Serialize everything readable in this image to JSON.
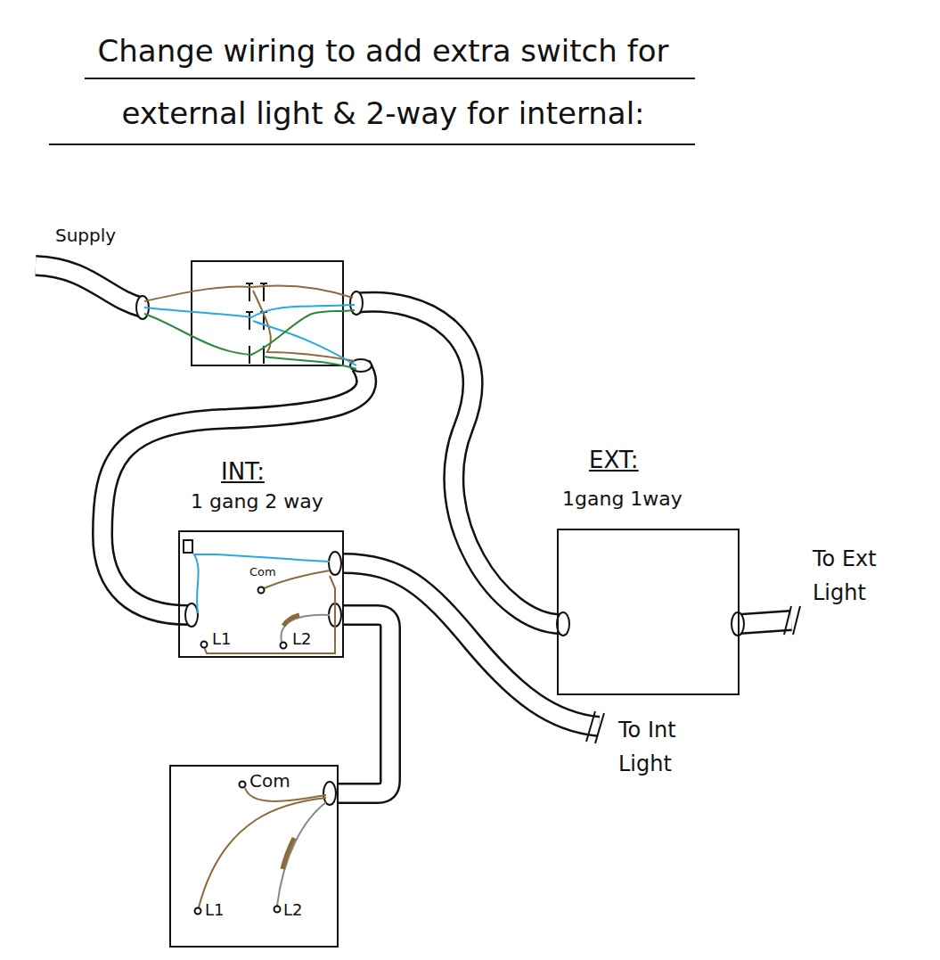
{
  "diagram": {
    "title": "Change wiring to add extra switch for external light & 2-way for internal:",
    "nodes": [
      {
        "text": [
          "INT:",
          "1 gang 2 way",
          "Com",
          "L1",
          "L2"
        ]
      },
      {
        "text": [
          "EXT:",
          "1gang 1way"
        ]
      },
      {
        "text": [
          "Com",
          "L1",
          "L2"
        ]
      }
    ],
    "edges": [
      {
        "from": 0,
        "to": 2,
        "arrow": "none"
      }
    ],
    "labels": [
      "Supply",
      "To Ext Light",
      "To Int Light"
    ]
  }
}
